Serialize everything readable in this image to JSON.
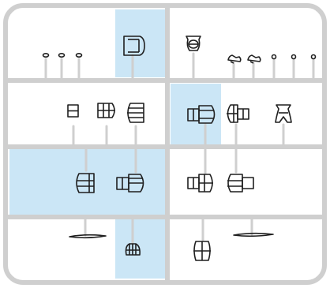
{
  "sprue": {
    "frame_color": "#cfcfcf",
    "highlight_color": "#cbe6f6",
    "part_stroke_color": "#1f1f1f",
    "panels": [
      {
        "row": 1,
        "col": "left",
        "parts": [
          "small-ring",
          "small-ring",
          "small-ring",
          "cupola-box"
        ]
      },
      {
        "row": 1,
        "col": "right",
        "parts": [
          "turret-mount",
          "binoculars",
          "binoculars",
          "small-ring",
          "small-ring",
          "small-ring"
        ]
      },
      {
        "row": 2,
        "col": "left",
        "parts": [
          "square-plate",
          "drum",
          "drum-wide"
        ]
      },
      {
        "row": 2,
        "col": "right",
        "parts": [
          "drum-wide",
          "drum-wide",
          "pedestal"
        ]
      },
      {
        "row": 3,
        "col": "left",
        "parts": [
          "drum-wide",
          "drum-wide"
        ]
      },
      {
        "row": 3,
        "col": "right",
        "parts": [
          "drum-wide",
          "drum-wide"
        ]
      },
      {
        "row": 4,
        "col": "left",
        "parts": [
          "plank",
          "dome"
        ]
      },
      {
        "row": 4,
        "col": "right",
        "parts": [
          "box-hatch",
          "plank"
        ]
      }
    ]
  }
}
